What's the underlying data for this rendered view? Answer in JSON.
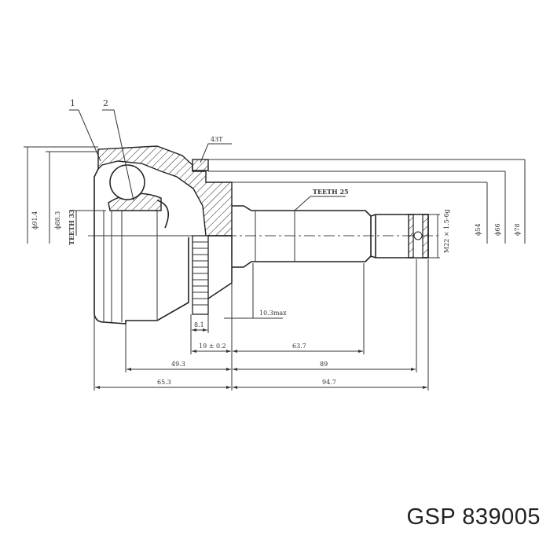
{
  "callouts": [
    "1",
    "2"
  ],
  "labels": {
    "teeth_outer": "43T",
    "teeth_shaft": "TEETH 25",
    "teeth_inner": "TEETH 33",
    "thread": "M22 × 1.5-6g"
  },
  "diameters": {
    "d1": "ϕ91.4",
    "d2": "ϕ88.3",
    "d3": "ϕ54",
    "d4": "ϕ66",
    "d5": "ϕ78"
  },
  "lengths": {
    "l_8_1": "8.1",
    "l_10_3": "10.3max",
    "l_19": "19 ± 0.2",
    "l_63_7": "63.7",
    "l_49_3": "49.3",
    "l_89": "89",
    "l_65_3": "65.3",
    "l_94_7": "94.7"
  },
  "caption": "GSP 839005"
}
